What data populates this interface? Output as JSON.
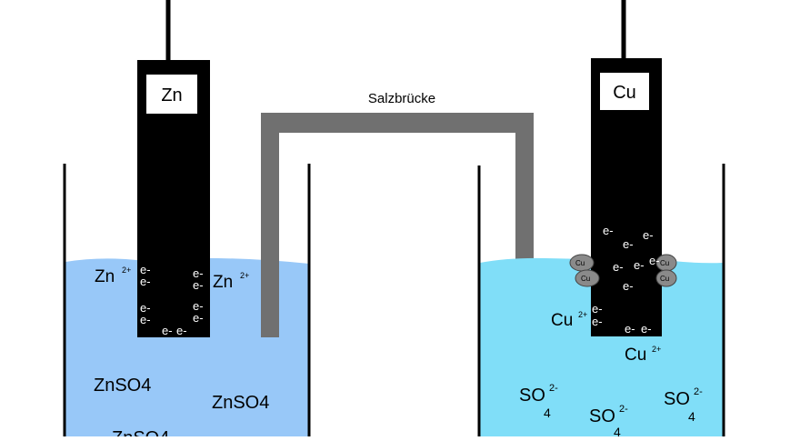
{
  "salt_bridge": {
    "label": "Salzbrücke"
  },
  "left_cell": {
    "electrode_label": "Zn",
    "ion_base": "Zn",
    "ion_charge": "2+",
    "electron": "e-",
    "solution_label": "ZnSO4"
  },
  "right_cell": {
    "electrode_label": "Cu",
    "ion_base": "Cu",
    "ion_charge": "2+",
    "deposit_label": "Cu",
    "electron": "e-",
    "anion_base": "SO",
    "anion_subscript": "4",
    "anion_charge": "2-"
  },
  "colors": {
    "left_solution": "#98c8f8",
    "right_solution": "#80def8",
    "electrode": "#000000",
    "salt_bridge": "#707070",
    "deposit": "#8a8a8a"
  }
}
